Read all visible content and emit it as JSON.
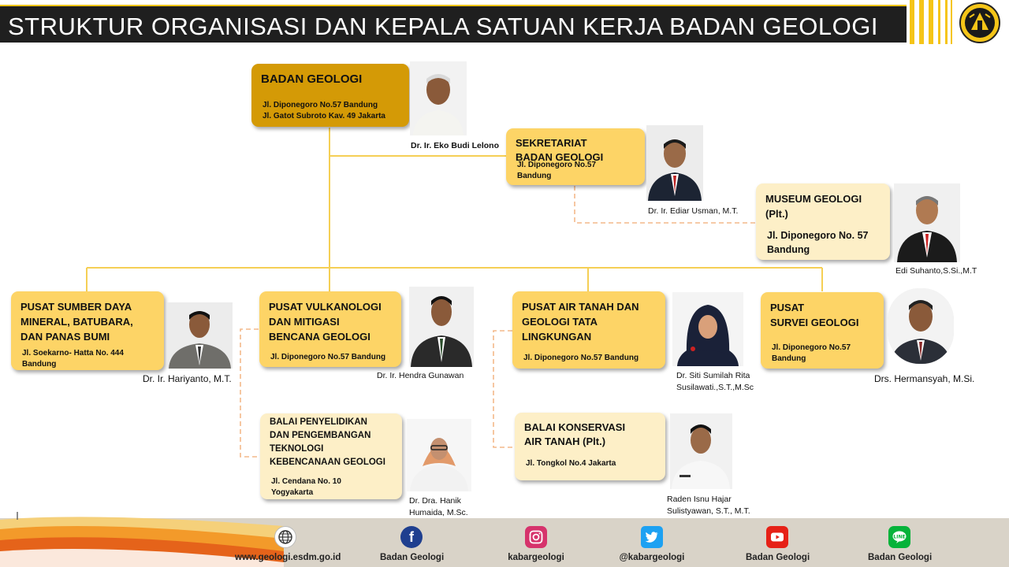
{
  "header": {
    "title": "STRUKTUR ORGANISASI DAN KEPALA SATUAN KERJA BADAN GEOLOGI"
  },
  "colors": {
    "title_bar": "#1f1f1f",
    "accent": "#f5c518",
    "root_box": "#d49a06",
    "unit_box": "#fdd466",
    "sub_box": "#fdefc7",
    "line_solid": "#f5cf55",
    "line_dashed": "#f3b98a"
  },
  "org": {
    "root": {
      "title": "BADAN GEOLOGI",
      "address": "Jl. Diponegoro No.57 Bandung\nJl. Gatot Subroto  Kav. 49 Jakarta",
      "head": "Dr. Ir. Eko Budi Lelono"
    },
    "secretariat": {
      "title": "SEKRETARIAT\nBADAN GEOLOGI",
      "address": "Jl. Diponegoro No.57\nBandung",
      "head": "Dr. Ir. Ediar Usman, M.T."
    },
    "museum": {
      "title": "MUSEUM GEOLOGI\n(Plt.)",
      "address": "Jl. Diponegoro No. 57\nBandung",
      "head": "Edi Suhanto,S.Si.,M.T"
    },
    "psdmbp": {
      "title": "PUSAT SUMBER DAYA\nMINERAL, BATUBARA,\nDAN PANAS BUMI",
      "address": "Jl. Soekarno- Hatta No. 444\nBandung",
      "head": "Dr. Ir. Hariyanto, M.T."
    },
    "pvmbg": {
      "title": "PUSAT VULKANOLOGI\nDAN MITIGASI\nBENCANA GEOLOGI",
      "address": "Jl. Diponegoro No.57 Bandung",
      "head": "Dr. Ir. Hendra Gunawan"
    },
    "bpptkg": {
      "title": "BALAI PENYELIDIKAN\nDAN PENGEMBANGAN\nTEKNOLOGI\nKEBENCANAAN GEOLOGI",
      "address": "Jl. Cendana No. 10\nYogyakarta",
      "head": "Dr. Dra. Hanik\nHumaida, M.Sc."
    },
    "patgtl": {
      "title": "PUSAT AIR TANAH DAN\nGEOLOGI TATA\nLINGKUNGAN",
      "address": "Jl. Diponegoro No.57 Bandung",
      "head": "Dr. Siti Sumilah Rita\nSusilawati.,S.T.,M.Sc"
    },
    "bkat": {
      "title": "BALAI KONSERVASI\nAIR TANAH (Plt.)",
      "address": "Jl. Tongkol No.4 Jakarta",
      "head": "Raden Isnu Hajar\nSulistyawan, S.T., M.T."
    },
    "psg": {
      "title": "PUSAT\nSURVEI GEOLOGI",
      "address": "Jl. Diponegoro No.57\nBandung",
      "head": "Drs. Hermansyah, M.Si."
    }
  },
  "footer": {
    "items": [
      {
        "icon": "globe-icon",
        "label": "www.geologi.esdm.go.id"
      },
      {
        "icon": "facebook-icon",
        "label": "Badan Geologi"
      },
      {
        "icon": "instagram-icon",
        "label": "kabargeologi"
      },
      {
        "icon": "twitter-icon",
        "label": "@kabargeologi"
      },
      {
        "icon": "youtube-icon",
        "label": "Badan Geologi"
      },
      {
        "icon": "line-icon",
        "label": "Badan Geologi"
      }
    ]
  }
}
